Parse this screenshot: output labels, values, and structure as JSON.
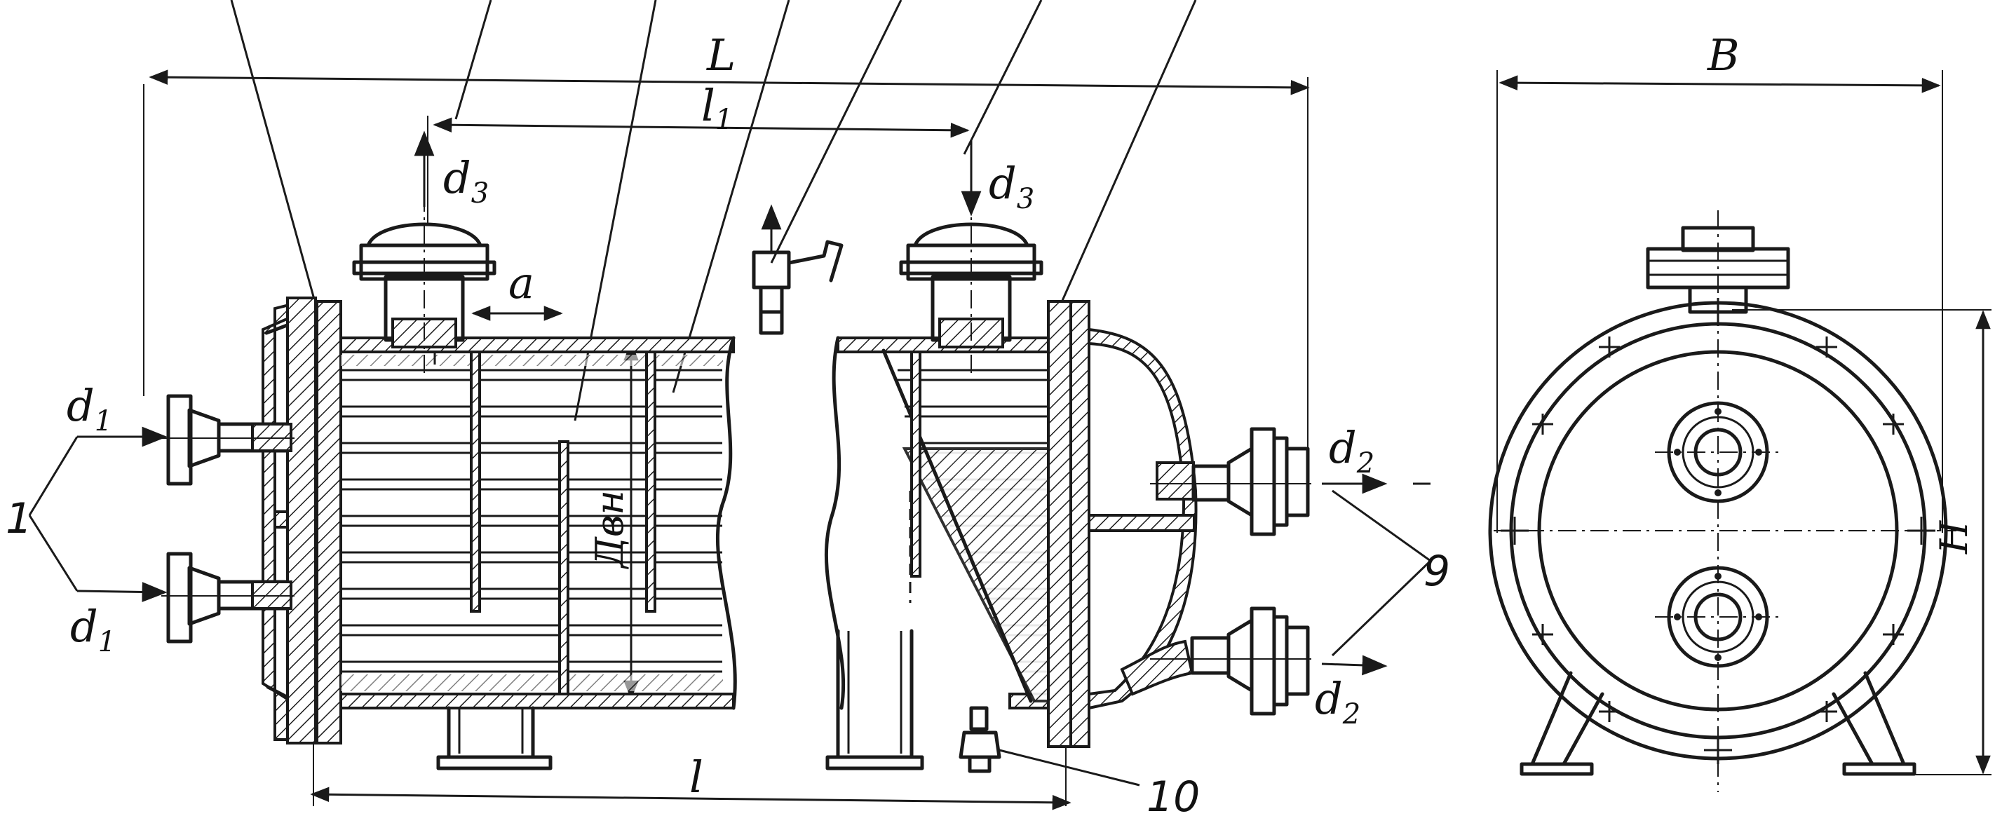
{
  "labels": {
    "L": "L",
    "l1_main": "l",
    "l1_sub": "1",
    "l": "l",
    "B": "B",
    "H": "H",
    "a": "a",
    "D_vn": "Двн",
    "d1_top_main": "d",
    "d1_top_sub": "1",
    "d1_bottom_main": "d",
    "d1_bottom_sub": "1",
    "d2_top_main": "d",
    "d2_top_sub": "2",
    "d2_bottom_main": "d",
    "d2_bottom_sub": "2",
    "d3_left_main": "d",
    "d3_left_sub": "3",
    "d3_right_main": "d",
    "d3_right_sub": "3"
  },
  "callouts": {
    "n1": "1",
    "n9": "9",
    "n10": "10"
  }
}
